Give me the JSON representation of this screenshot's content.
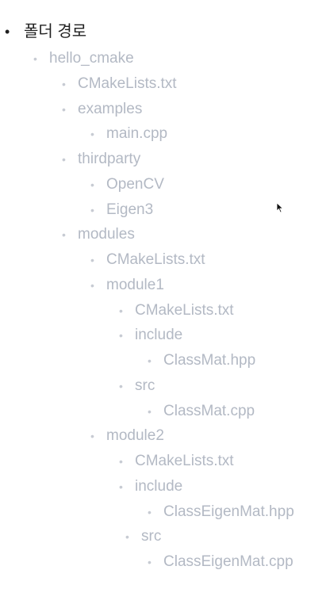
{
  "tree": {
    "root": "폴더 경로",
    "bullet": "•",
    "items": [
      {
        "label": "hello_cmake",
        "depth": 1
      },
      {
        "label": "CMakeLists.txt",
        "depth": 2
      },
      {
        "label": "examples",
        "depth": 2
      },
      {
        "label": "main.cpp",
        "depth": 3
      },
      {
        "label": "thirdparty",
        "depth": 2
      },
      {
        "label": "OpenCV",
        "depth": 3
      },
      {
        "label": "Eigen3",
        "depth": 3
      },
      {
        "label": "modules",
        "depth": 2
      },
      {
        "label": "CMakeLists.txt",
        "depth": 3
      },
      {
        "label": "module1",
        "depth": 3
      },
      {
        "label": "CMakeLists.txt",
        "depth": 4
      },
      {
        "label": "include",
        "depth": 4
      },
      {
        "label": "ClassMat.hpp",
        "depth": 5
      },
      {
        "label": "src",
        "depth": 4
      },
      {
        "label": "ClassMat.cpp",
        "depth": 5
      },
      {
        "label": "module2",
        "depth": 3
      },
      {
        "label": "CMakeLists.txt",
        "depth": 4
      },
      {
        "label": "include",
        "depth": 4
      },
      {
        "label": "ClassEigenMat.hpp",
        "depth": 5
      },
      {
        "label": "src",
        "depth": 4
      },
      {
        "label": "ClassEigenMat.cpp",
        "depth": 5
      }
    ]
  },
  "colors": {
    "root_text": "#1f1f1f",
    "child_text": "#b3b9c4",
    "child_bullet": "#c7cbd3"
  },
  "icons": {
    "cursor": "mouse-pointer-icon"
  }
}
